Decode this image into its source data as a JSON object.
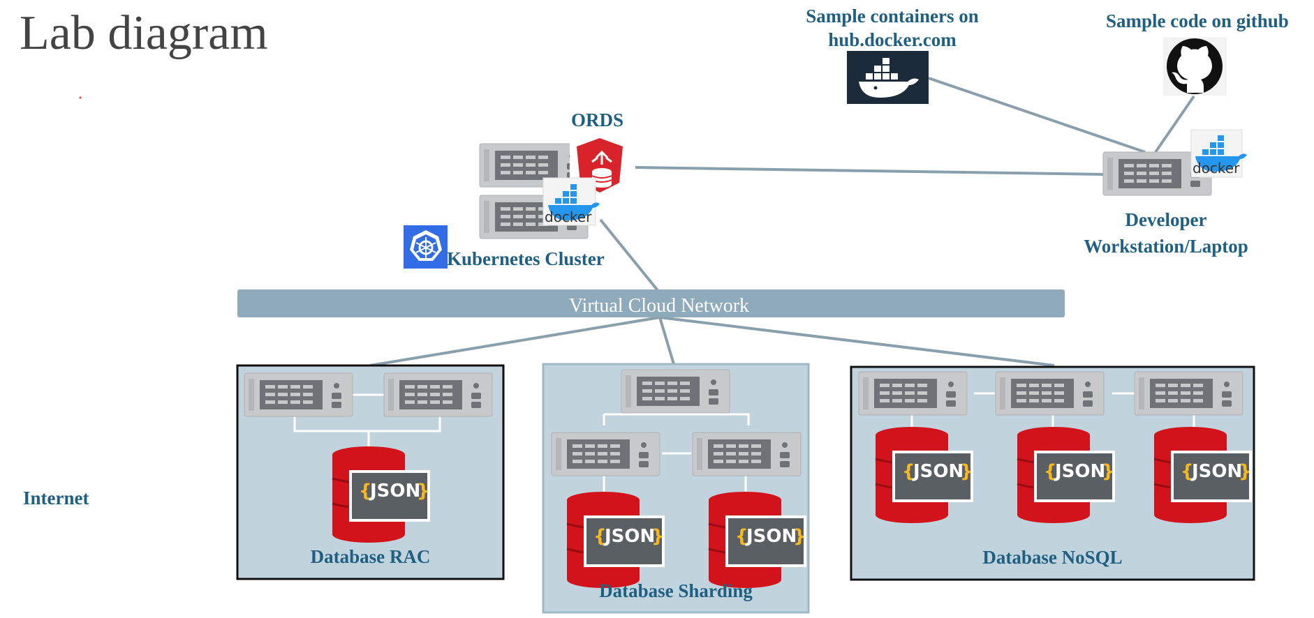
{
  "title": "Lab diagram",
  "labels": {
    "ords": "ORDS",
    "kubernetes": "Kubernetes Cluster",
    "docker_hub_line1": "Sample containers on",
    "docker_hub_line2": "hub.docker.com",
    "github": "Sample code on github",
    "dev_line1": "Developer",
    "dev_line2": "Workstation/Laptop",
    "vcn": "Virtual Cloud Network",
    "internet": "Internet",
    "rac": "Database RAC",
    "sharding": "Database Sharding",
    "nosql": "Database NoSQL"
  },
  "badges": {
    "docker": "docker",
    "json_brace_open": "{",
    "json_word": "JSON",
    "json_brace_close": "}"
  },
  "colors": {
    "server": "#c9cacc",
    "server_panel": "#6f7377",
    "network_bar": "#8faabb",
    "box_fill": "#c1d4dd",
    "db_red": "#d3131c",
    "json_panel": "#595f63",
    "json_brace": "#f6b81e",
    "label": "#1f5f82",
    "docker_blue": "#2496ed",
    "docker_dark": "#1c2b3a",
    "k8s_blue": "#326de6",
    "ords_red": "#d9232a"
  }
}
